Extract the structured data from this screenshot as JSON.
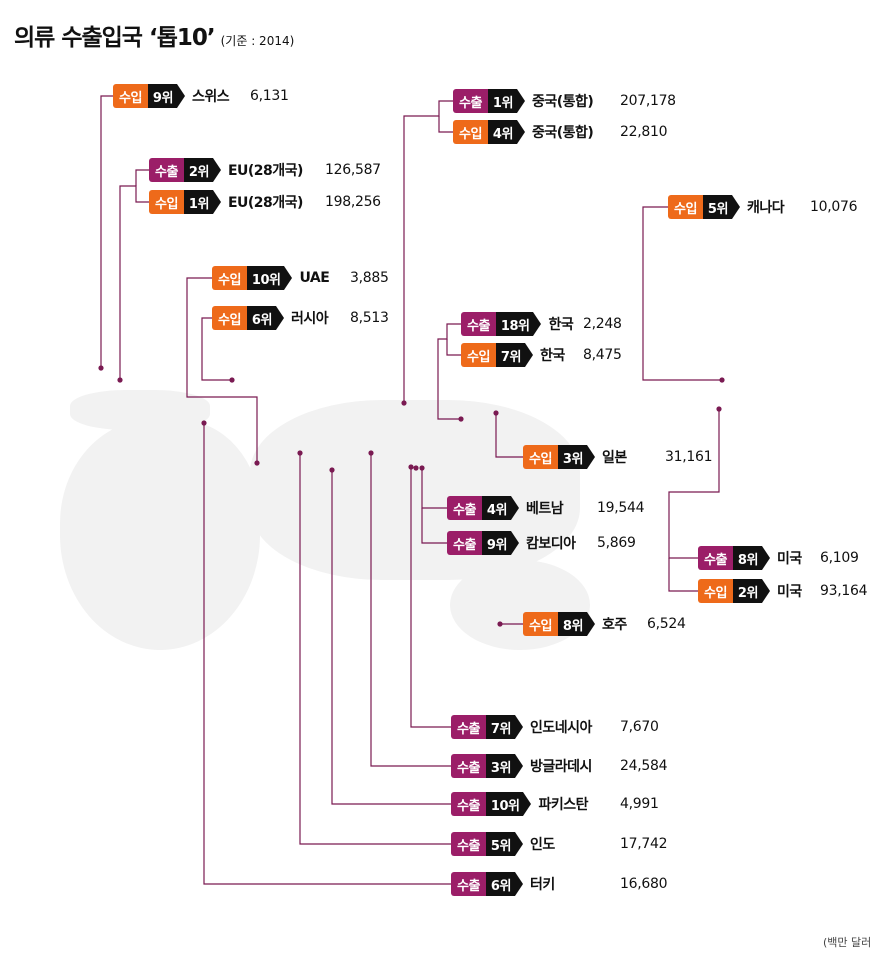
{
  "title": "의류 수출입국 ‘톱10’",
  "subtitle": "(기준 : 2014)",
  "unit": "(백만 달러",
  "labels": {
    "import": "수입",
    "export": "수출"
  },
  "chart_data": {
    "type": "table",
    "columns": [
      "type",
      "rank",
      "country",
      "value"
    ],
    "rows": [
      {
        "type": "수입",
        "rank": "9위",
        "country": "스위스",
        "value": "6,131"
      },
      {
        "type": "수출",
        "rank": "2위",
        "country": "EU(28개국)",
        "value": "126,587"
      },
      {
        "type": "수입",
        "rank": "1위",
        "country": "EU(28개국)",
        "value": "198,256"
      },
      {
        "type": "수입",
        "rank": "10위",
        "country": "UAE",
        "value": "3,885"
      },
      {
        "type": "수입",
        "rank": "6위",
        "country": "러시아",
        "value": "8,513"
      },
      {
        "type": "수출",
        "rank": "1위",
        "country": "중국(통합)",
        "value": "207,178"
      },
      {
        "type": "수입",
        "rank": "4위",
        "country": "중국(통합)",
        "value": "22,810"
      },
      {
        "type": "수입",
        "rank": "5위",
        "country": "캐나다",
        "value": "10,076"
      },
      {
        "type": "수출",
        "rank": "18위",
        "country": "한국",
        "value": "2,248"
      },
      {
        "type": "수입",
        "rank": "7위",
        "country": "한국",
        "value": "8,475"
      },
      {
        "type": "수입",
        "rank": "3위",
        "country": "일본",
        "value": "31,161"
      },
      {
        "type": "수출",
        "rank": "4위",
        "country": "베트남",
        "value": "19,544"
      },
      {
        "type": "수출",
        "rank": "9위",
        "country": "캄보디아",
        "value": "5,869"
      },
      {
        "type": "수출",
        "rank": "8위",
        "country": "미국",
        "value": "6,109"
      },
      {
        "type": "수입",
        "rank": "2위",
        "country": "미국",
        "value": "93,164"
      },
      {
        "type": "수입",
        "rank": "8위",
        "country": "호주",
        "value": "6,524"
      },
      {
        "type": "수출",
        "rank": "7위",
        "country": "인도네시아",
        "value": "7,670"
      },
      {
        "type": "수출",
        "rank": "3위",
        "country": "방글라데시",
        "value": "24,584"
      },
      {
        "type": "수출",
        "rank": "10위",
        "country": "파키스탄",
        "value": "4,991"
      },
      {
        "type": "수출",
        "rank": "5위",
        "country": "인도",
        "value": "17,742"
      },
      {
        "type": "수출",
        "rank": "6위",
        "country": "터키",
        "value": "16,680"
      }
    ]
  },
  "colors": {
    "import": "#ee6a1a",
    "export": "#9b1e68",
    "rank_bg": "#111111",
    "line": "#7a1a52"
  }
}
